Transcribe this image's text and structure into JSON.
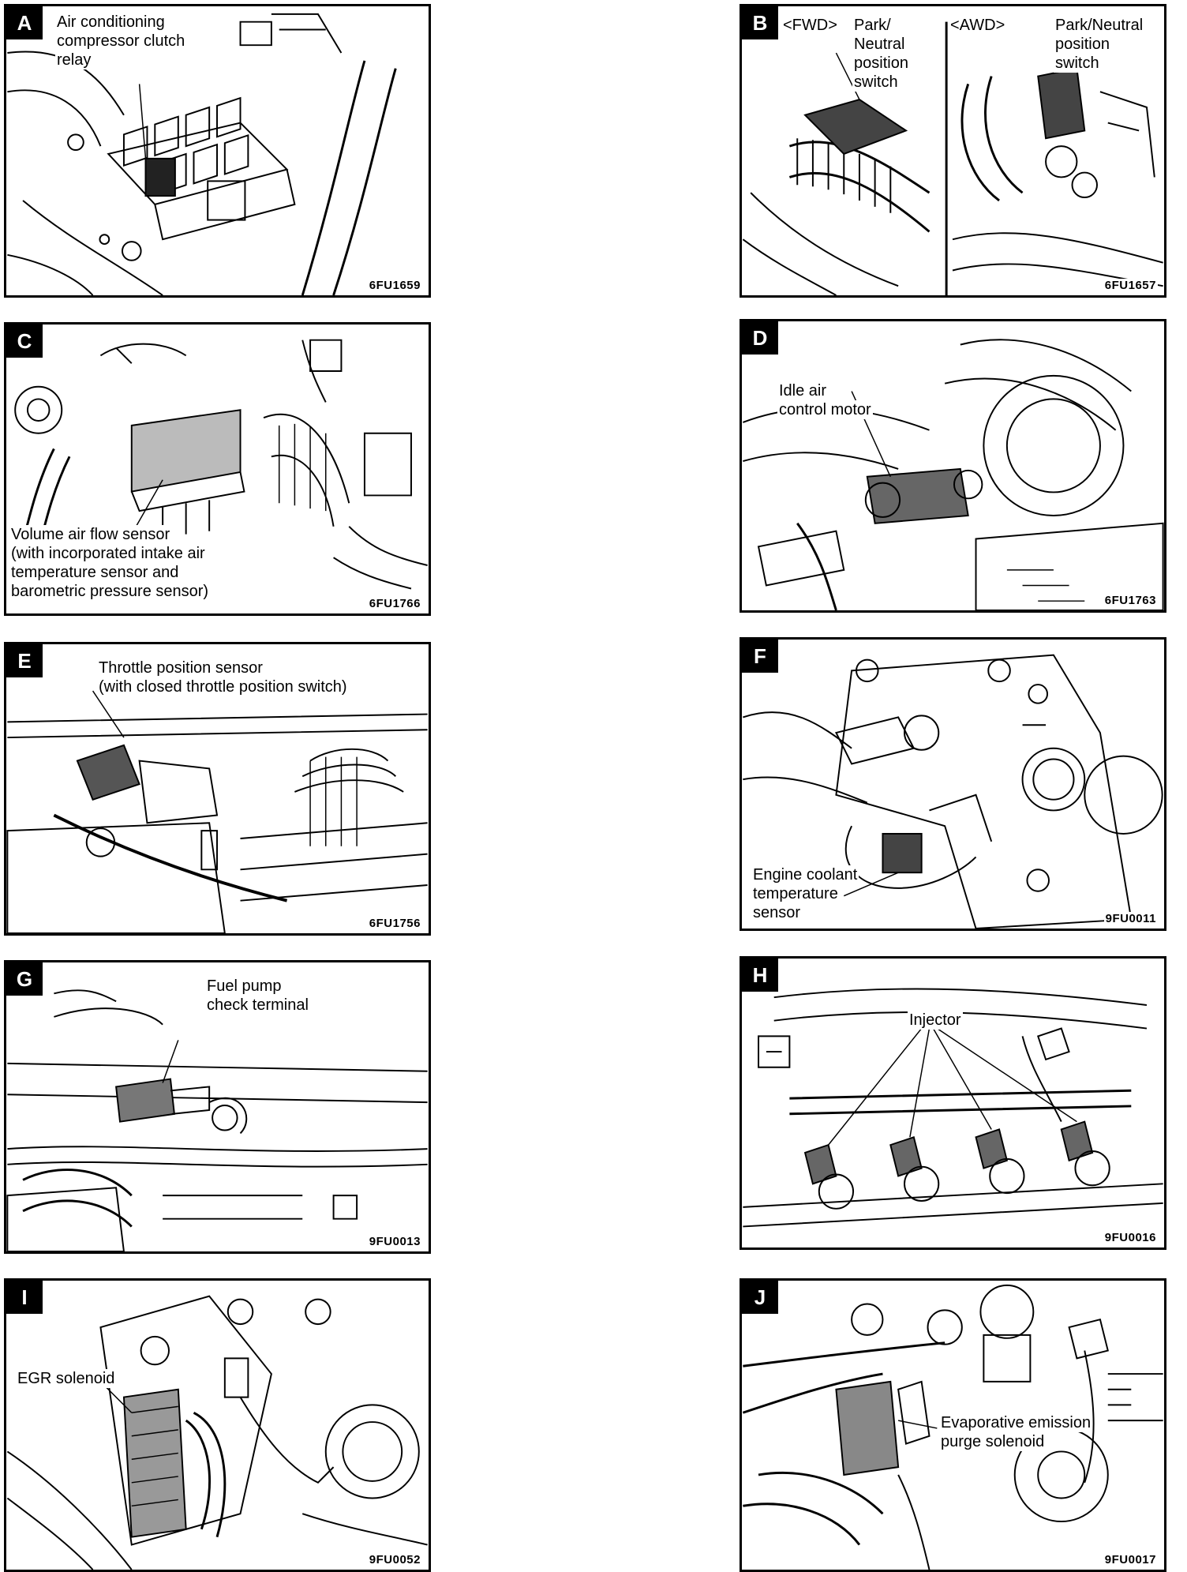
{
  "panels": {
    "A": {
      "letter": "A",
      "code": "6FU1659",
      "labels": [
        "Air conditioning",
        "compressor clutch",
        "relay"
      ]
    },
    "B": {
      "letter": "B",
      "code": "6FU1657",
      "fwd": "<FWD>",
      "awd": "<AWD>",
      "fwd_labels": [
        "Park/",
        "Neutral",
        "position",
        "switch"
      ],
      "awd_labels": [
        "Park/Neutral",
        "position",
        "switch"
      ]
    },
    "C": {
      "letter": "C",
      "code": "6FU1766",
      "labels": [
        "Volume air flow sensor",
        "(with incorporated intake air",
        "temperature sensor and",
        "barometric pressure sensor)"
      ]
    },
    "D": {
      "letter": "D",
      "code": "6FU1763",
      "labels": [
        "Idle air",
        "control motor"
      ]
    },
    "E": {
      "letter": "E",
      "code": "6FU1756",
      "labels": [
        "Throttle position sensor",
        "(with closed throttle position switch)"
      ]
    },
    "F": {
      "letter": "F",
      "code": "9FU0011",
      "labels": [
        "Engine coolant",
        "temperature",
        "sensor"
      ]
    },
    "G": {
      "letter": "G",
      "code": "9FU0013",
      "labels": [
        "Fuel pump",
        "check terminal"
      ]
    },
    "H": {
      "letter": "H",
      "code": "9FU0016",
      "labels": [
        "Injector"
      ]
    },
    "I": {
      "letter": "I",
      "code": "9FU0052",
      "labels": [
        "EGR solenoid"
      ]
    },
    "J": {
      "letter": "J",
      "code": "9FU0017",
      "labels": [
        "Evaporative emission",
        "purge solenoid"
      ]
    }
  }
}
